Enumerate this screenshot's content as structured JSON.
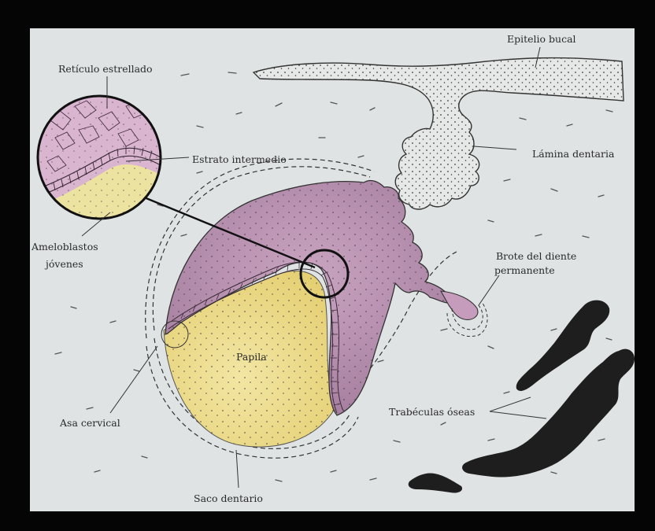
{
  "labels": {
    "epitelio_bucal": "Epitelio bucal",
    "reticulo_estrellado": "Retículo estrellado",
    "lamina_dentaria": "Lámina dentaria",
    "estrato_intermedio": "Estrato intermedio",
    "ameloblastos_line1": "Ameloblastos",
    "ameloblastos_line2": "jóvenes",
    "brote_line1": "Brote del diente",
    "brote_line2": "permanente",
    "papila": "Papila",
    "asa_cervical": "Asa cervical",
    "trabeculas": "Trabéculas óseas",
    "saco_dentario": "Saco dentario"
  },
  "colors": {
    "page": "#dfe3e3",
    "frame": "#050505",
    "purple_tissue": "#b08aa8",
    "purple_light": "#d8b4cc",
    "yellow_papilla": "#ead984",
    "bone": "#1e1e1e",
    "ink": "#2a2a2a"
  }
}
